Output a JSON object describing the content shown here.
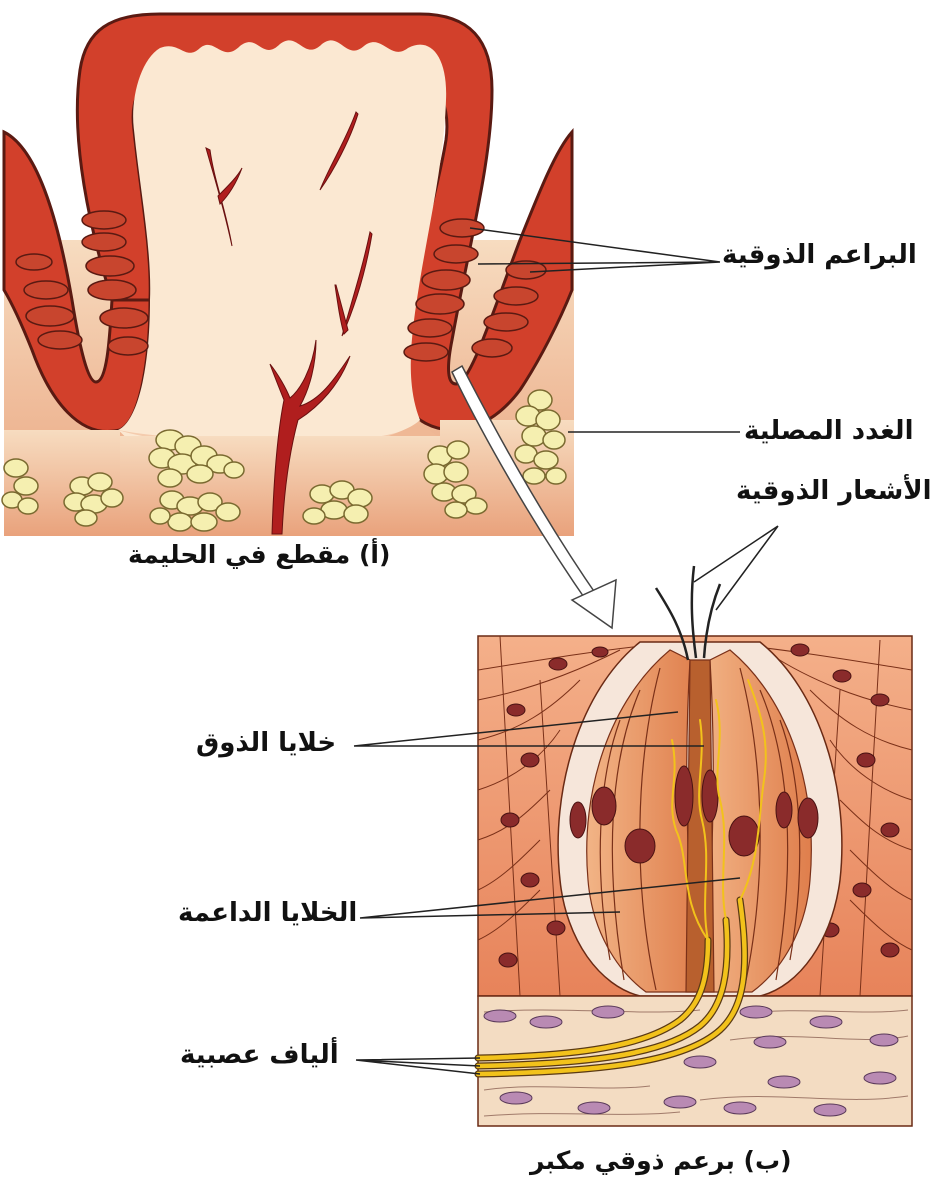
{
  "labels": {
    "taste_buds": "البراعم الذوقية",
    "serous_glands": "الغدد المصلية",
    "taste_hairs": "الأشعار الذوقية",
    "taste_cells": "خلايا الذوق",
    "supporting_cells": "الخلايا الداعمة",
    "nerve_fibers": "ألياف عصبية"
  },
  "captions": {
    "a": "(أ)  مقطع في الحليمة",
    "b": "(ب)  برعم ذوقي مكبر"
  },
  "colors": {
    "papilla_red": "#d2402b",
    "papilla_outline": "#5a1a12",
    "tissue_light": "#f4cfae",
    "tissue_dark": "#e8a882",
    "lumen": "#fbe8d2",
    "gland": "#f5efb0",
    "vessel": "#b01e1e",
    "cell_orange": "#e98f5c",
    "nucleus": "#8a2b2b",
    "nerve": "#f2c21b",
    "connective": "#f3dcc2",
    "conn_nucleus": "#b98ab3"
  }
}
